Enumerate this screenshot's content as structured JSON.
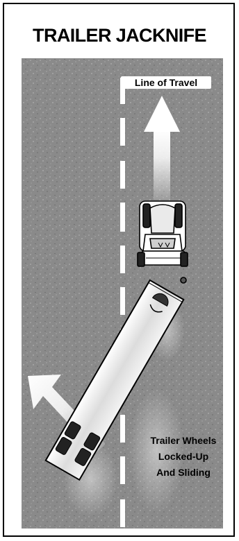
{
  "title": "TRAILER JACKNIFE",
  "labels": {
    "line_of_travel": "Line of Travel",
    "wheels_line1": "Trailer Wheels",
    "wheels_line2": "Locked-Up",
    "wheels_line3": "And Sliding"
  },
  "colors": {
    "road": "#8c8c8c",
    "lane_marking": "#ffffff",
    "arrow": "#f2f2f2",
    "vehicle_outline": "#000000",
    "border": "#000000"
  },
  "icons": {
    "travel_arrow": "arrow-up-icon",
    "trailer_arrow": "arrow-up-left-icon",
    "truck": "truck-cab-icon",
    "trailer": "trailer-icon"
  }
}
